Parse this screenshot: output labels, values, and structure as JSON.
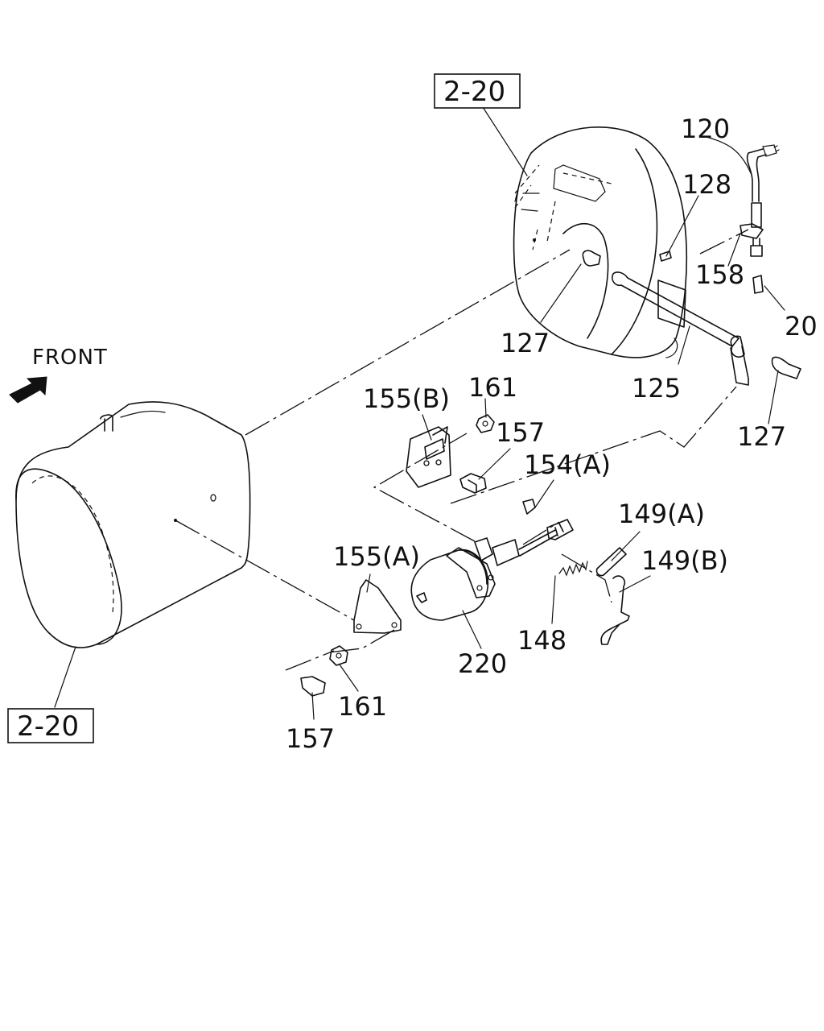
{
  "diagram": {
    "front_label": "FRONT",
    "references": {
      "top": "2-20",
      "bottom": "2-20"
    },
    "callouts": {
      "p120": "120",
      "p128": "128",
      "p158": "158",
      "p20": "20",
      "p127_upper": "127",
      "p125": "125",
      "p127_right": "127",
      "p161_upper": "161",
      "p155b": "155(B)",
      "p157_upper": "157",
      "p154a": "154(A)",
      "p149a": "149(A)",
      "p149b": "149(B)",
      "p155a": "155(A)",
      "p148": "148",
      "p220": "220",
      "p161_lower": "161",
      "p157_lower": "157"
    }
  }
}
